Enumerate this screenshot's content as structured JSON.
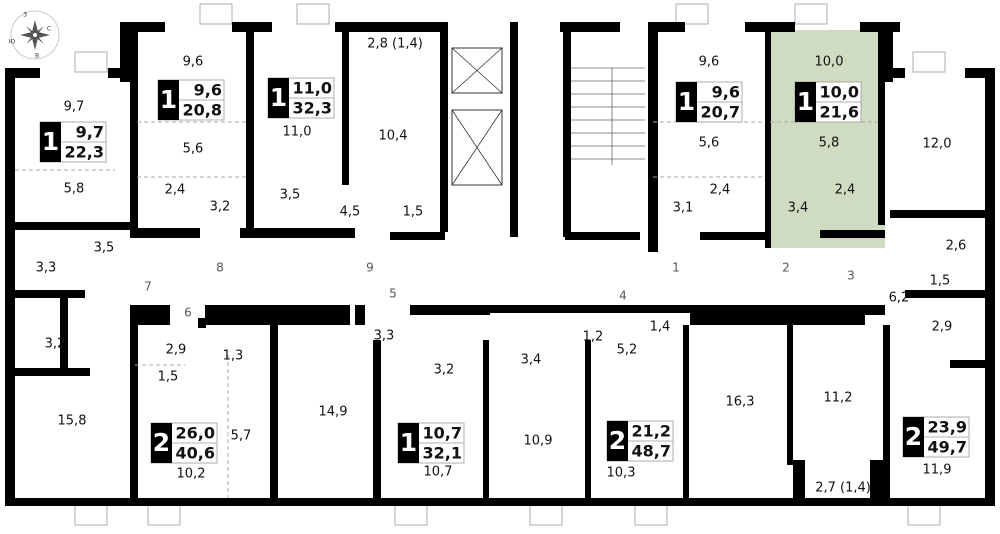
{
  "plan": {
    "highlight_color": "#cfdcc1",
    "wall_color": "#000000",
    "compass": {
      "north": "З",
      "east": "С",
      "south": "В",
      "west": "Ю"
    },
    "apartments": [
      {
        "rooms": "1",
        "living": "9,7",
        "total": "22,3"
      },
      {
        "rooms": "1",
        "living": "9,6",
        "total": "20,8"
      },
      {
        "rooms": "1",
        "living": "11,0",
        "total": "32,3"
      },
      {
        "rooms": "1",
        "living": "9,6",
        "total": "20,7"
      },
      {
        "rooms": "1",
        "living": "10,0",
        "total": "21,6",
        "highlighted": true
      },
      {
        "rooms": "2",
        "living": "26,0",
        "total": "40,6"
      },
      {
        "rooms": "1",
        "living": "10,7",
        "total": "32,1"
      },
      {
        "rooms": "2",
        "living": "21,2",
        "total": "48,7"
      },
      {
        "rooms": "2",
        "living": "23,9",
        "total": "49,7"
      }
    ],
    "room_areas": [
      "9,6",
      "2,8 (1,4)",
      "9,7",
      "11,0",
      "10,4",
      "5,6",
      "5,8",
      "2,4",
      "3,2",
      "3,5",
      "4,5",
      "1,5",
      "3,5",
      "3,3",
      "9,6",
      "10,0",
      "5,6",
      "5,8",
      "12,0",
      "2,4",
      "2,4",
      "3,1",
      "3,4",
      "2,6",
      "1,5",
      "6,2",
      "2,9",
      "3,2",
      "2,9",
      "1,3",
      "1,5",
      "3,3",
      "3,2",
      "3,4",
      "1,2",
      "1,4",
      "5,2",
      "15,8",
      "14,9",
      "5,7",
      "10,2",
      "10,7",
      "10,9",
      "16,3",
      "11,2",
      "10,3",
      "2,7 (1,4)",
      "11,9"
    ],
    "door_numbers": [
      "8",
      "9",
      "1",
      "2",
      "3",
      "7",
      "6",
      "5",
      "4"
    ]
  }
}
